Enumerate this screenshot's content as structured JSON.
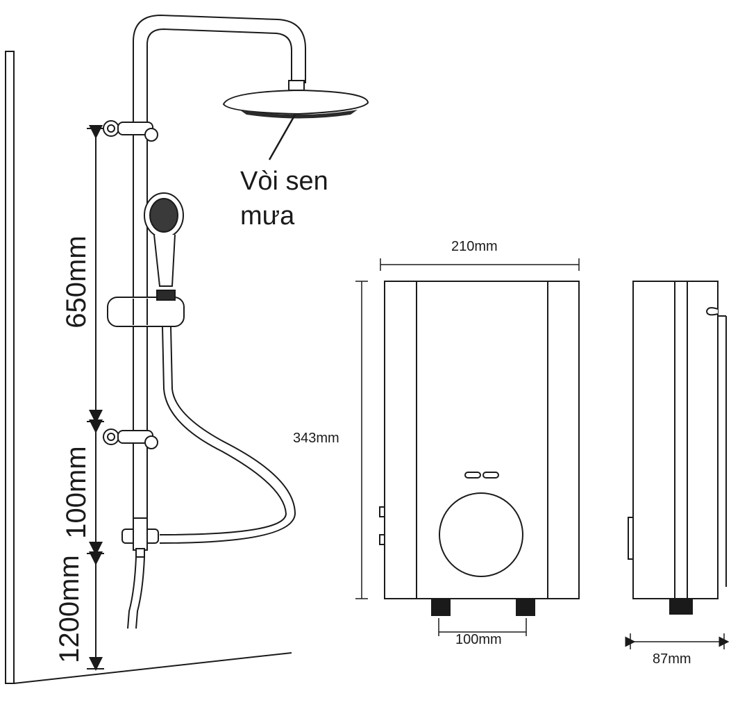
{
  "shower": {
    "rain_head_label_line1": "Vòi sen",
    "rain_head_label_line2": "mưa",
    "dim_upper": "650mm",
    "dim_middle": "100mm",
    "dim_lower": "1200mm"
  },
  "heater_front": {
    "width": "210mm",
    "height": "343mm",
    "pipe_spacing": "100mm"
  },
  "heater_side": {
    "depth": "87mm"
  },
  "colors": {
    "line": "#1a1a1a",
    "background": "#ffffff"
  }
}
